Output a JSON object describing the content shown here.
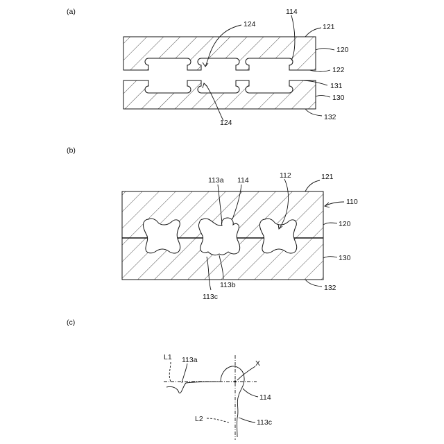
{
  "panels": [
    {
      "id": "a",
      "label": "(a)",
      "refs": [
        "124",
        "114",
        "121",
        "120",
        "122",
        "131",
        "130",
        "132",
        "124"
      ]
    },
    {
      "id": "b",
      "label": "(b)",
      "refs": [
        "113a",
        "114",
        "112",
        "121",
        "110",
        "120",
        "130",
        "113b",
        "113c",
        "132"
      ]
    },
    {
      "id": "c",
      "label": "(c)",
      "refs": [
        "L1",
        "113a",
        "X",
        "114",
        "L2",
        "113c"
      ]
    }
  ],
  "colors": {
    "line": "#111111",
    "hatch": "#222222",
    "background": "#ffffff"
  }
}
